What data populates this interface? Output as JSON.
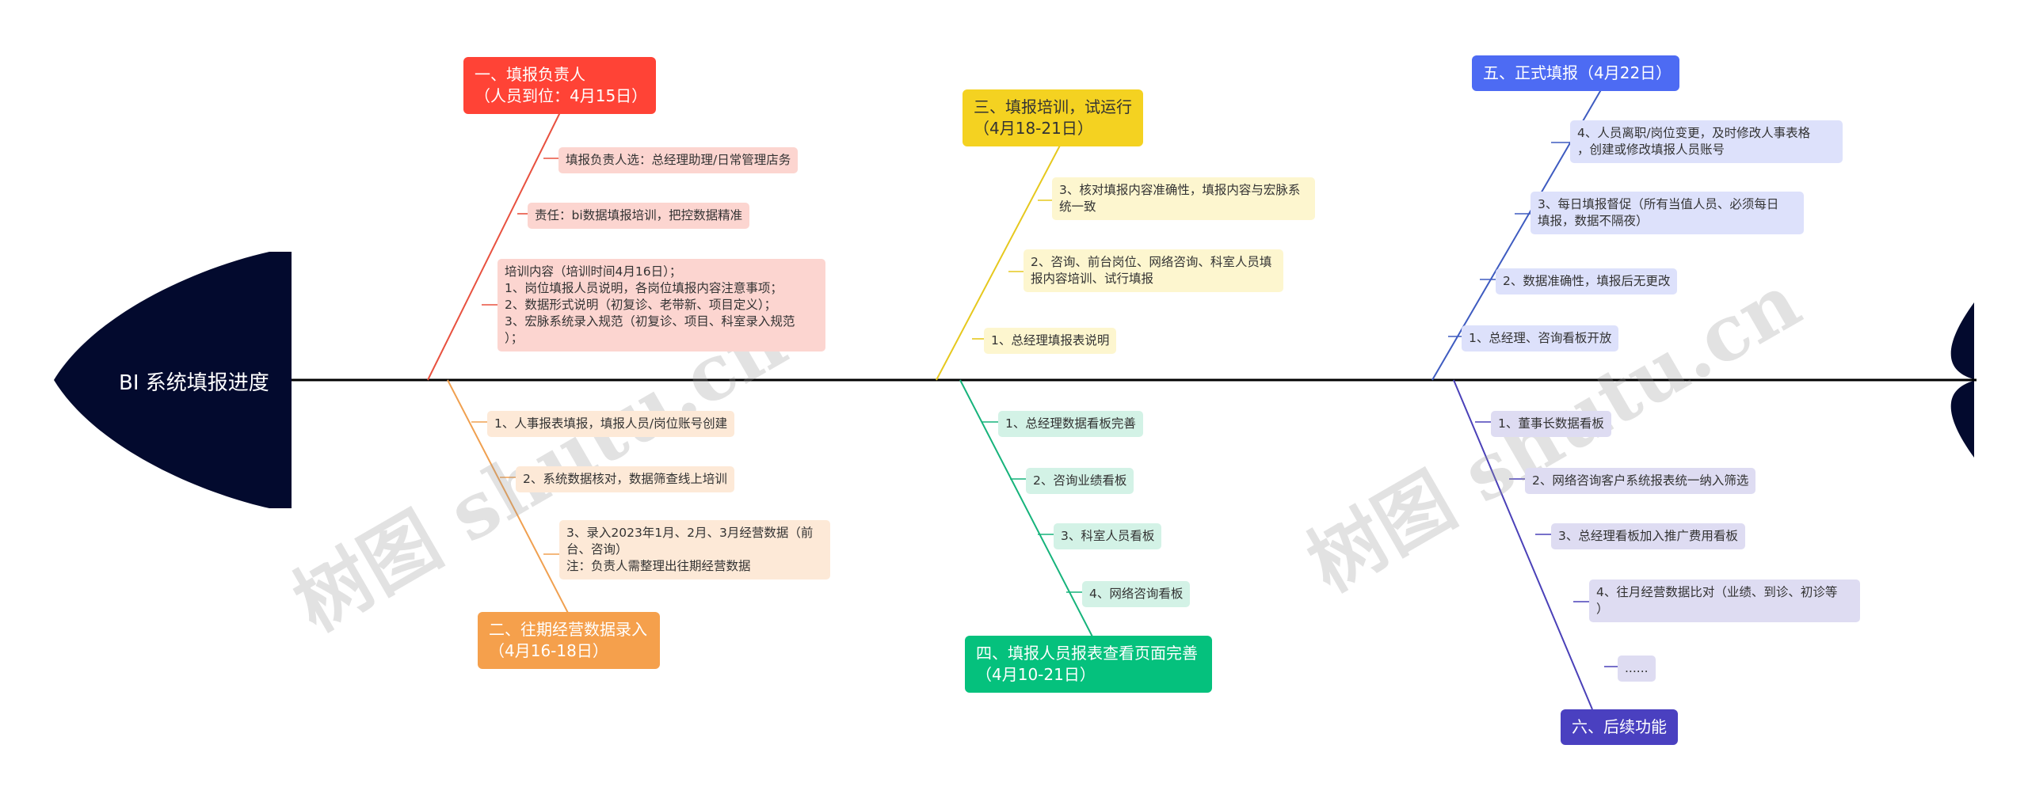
{
  "title": "BI 系统填报进度",
  "watermark": "树图 shutu.cn",
  "colors": {
    "spine": "#000000",
    "head": "#030a2e",
    "b1": "#ff4336",
    "b2": "#f5a04c",
    "b3": "#f4d221",
    "b4": "#05c17d",
    "b5": "#4d6bf3",
    "b6": "#4a40c0"
  },
  "branches": {
    "b1": {
      "label": "一、填报负责人\n（人员到位：4月15日）",
      "items": [
        "填报负责人选：总经理助理/日常管理店务",
        "责任：bi数据填报培训，把控数据精准",
        "培训内容（培训时间4月16日）；\n1、岗位填报人员说明，各岗位填报内容注意事项；\n2、数据形式说明（初复诊、老带新、项目定义）；\n3、宏脉系统录入规范（初复诊、项目、科室录入规范\n）；"
      ]
    },
    "b2": {
      "label": "二、往期经营数据录入\n（4月16-18日）",
      "items": [
        "1、人事报表填报，填报人员/岗位账号创建",
        "2、系统数据核对，数据筛查线上培训",
        "3、录入2023年1月、2月、3月经营数据（前\n台、咨询）\n注：负责人需整理出往期经营数据"
      ]
    },
    "b3": {
      "label": "三、填报培训，试运行\n（4月18-21日）",
      "items": [
        "3、核对填报内容准确性，填报内容与宏脉系\n统一致",
        "2、咨询、前台岗位、网络咨询、科室人员填\n报内容培训、试行填报",
        "1、总经理填报表说明"
      ]
    },
    "b4": {
      "label": "四、填报人员报表查看页面完善\n（4月10-21日）",
      "items": [
        "1、总经理数据看板完善",
        "2、咨询业绩看板",
        "3、科室人员看板",
        "4、网络咨询看板"
      ]
    },
    "b5": {
      "label": "五、正式填报（4月22日）",
      "items": [
        "4、人员离职/岗位变更，及时修改人事表格\n，创建或修改填报人员账号",
        "3、每日填报督促（所有当值人员、必须每日\n填报，数据不隔夜）",
        "2、数据准确性，填报后无更改",
        "1、总经理、咨询看板开放"
      ]
    },
    "b6": {
      "label": "六、后续功能",
      "items": [
        "1、董事长数据看板",
        "2、网络咨询客户系统报表统一纳入筛选",
        "3、总经理看板加入推广费用看板",
        "4、往月经营数据比对（业绩、到诊、初诊等\n）",
        "......"
      ]
    }
  }
}
